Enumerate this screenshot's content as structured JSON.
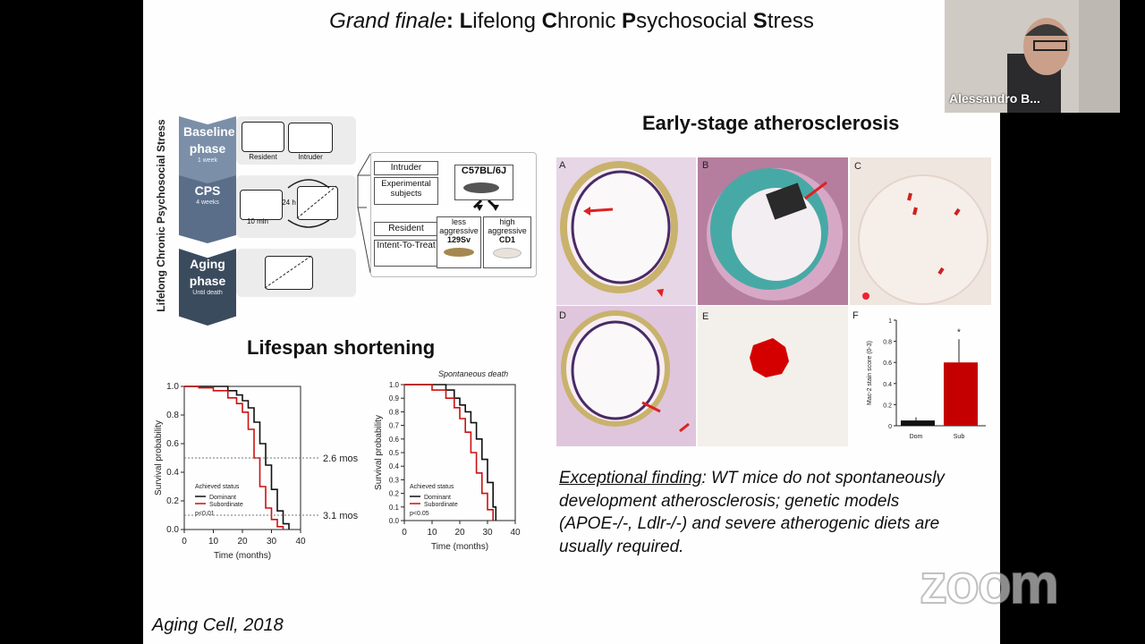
{
  "slide": {
    "title_italic": "Grand finale",
    "title_rest": ": Lifelong Chronic Psychosocial Stress",
    "title_bold_letters": [
      "L",
      "C",
      "P",
      "S"
    ],
    "lifelong_label": "Lifelong Chronic Psychosocial Stress",
    "phases": [
      {
        "name": "Baseline phase",
        "sub": "1 week",
        "color": "#7b8fa8"
      },
      {
        "name": "CPS",
        "sub": "4 weeks",
        "color": "#5a6e89"
      },
      {
        "name": "Aging phase",
        "sub": "Until death",
        "color": "#3b4b5e"
      }
    ],
    "cage_labels": {
      "resident": "Resident",
      "intruder": "Intruder",
      "h24": "24 h",
      "min10": "10 min"
    },
    "design": {
      "intruder": "Intruder",
      "experimental": "Experimental subjects",
      "resident": "Resident",
      "itt": "Intent-To-Treat",
      "strain": "C57BL/6J",
      "less_aggr": "less aggressive",
      "less_strain": "129Sv",
      "high_aggr": "high aggressive",
      "high_strain": "CD1"
    },
    "lifespan_heading": "Lifespan shortening",
    "atherosclerosis_heading": "Early-stage atherosclerosis",
    "panel_letters": [
      "A",
      "B",
      "C",
      "D",
      "E",
      "F"
    ],
    "finding_underlined": "Exceptional finding",
    "finding_text": ": WT mice do not spontaneously development atherosclerosis; genetic models (APOE-/-, Ldlr-/-) and severe atherogenic diets are usually required.",
    "citation": "Aging Cell, 2018",
    "colors": {
      "dominant": "#111111",
      "subordinate": "#cc1111",
      "accent_red": "#c40000"
    }
  },
  "survival_plot_1": {
    "ylabel": "Survival probability",
    "xlabel": "Time (months)",
    "legend_title": "Achieved status",
    "legend": [
      "Dominant",
      "Subordinate"
    ],
    "pvalue": "p<0.01",
    "annot_top": "2.6 mos",
    "annot_bottom": "3.1 mos",
    "xticks": [
      "0",
      "10",
      "20",
      "30",
      "40"
    ],
    "yticks": [
      "0.0",
      "0.2",
      "0.4",
      "0.6",
      "0.8",
      "1.0"
    ]
  },
  "survival_plot_2": {
    "title": "Spontaneous death",
    "ylabel": "Survival probability",
    "xlabel": "Time (months)",
    "legend_title": "Achieved status",
    "legend": [
      "Dominant",
      "Subordinate"
    ],
    "pvalue": "p<0.05",
    "xticks": [
      "0",
      "10",
      "20",
      "30",
      "40"
    ],
    "yticks": [
      "0.0",
      "0.1",
      "0.2",
      "0.3",
      "0.4",
      "0.5",
      "0.6",
      "0.7",
      "0.8",
      "0.9",
      "1.0"
    ]
  },
  "chart_data": [
    {
      "type": "line",
      "xlabel": "Time (months)",
      "ylabel": "Survival probability",
      "xlim": [
        0,
        40
      ],
      "ylim": [
        0,
        1
      ],
      "series": [
        {
          "name": "Dominant",
          "x": [
            0,
            10,
            15,
            18,
            20,
            22,
            24,
            26,
            28,
            30,
            32,
            34,
            36
          ],
          "y": [
            1,
            1,
            0.97,
            0.94,
            0.9,
            0.85,
            0.75,
            0.6,
            0.45,
            0.28,
            0.13,
            0.04,
            0
          ]
        },
        {
          "name": "Subordinate",
          "x": [
            0,
            5,
            10,
            15,
            18,
            20,
            22,
            24,
            26,
            28,
            30,
            32,
            34
          ],
          "y": [
            1,
            0.99,
            0.97,
            0.92,
            0.88,
            0.82,
            0.7,
            0.5,
            0.3,
            0.15,
            0.07,
            0.02,
            0
          ]
        }
      ]
    },
    {
      "type": "line",
      "title": "Spontaneous death",
      "xlabel": "Time (months)",
      "ylabel": "Survival probability",
      "xlim": [
        0,
        40
      ],
      "ylim": [
        0,
        1
      ],
      "series": [
        {
          "name": "Dominant",
          "x": [
            0,
            15,
            18,
            20,
            22,
            24,
            26,
            28,
            30,
            32,
            33
          ],
          "y": [
            1,
            0.96,
            0.9,
            0.85,
            0.8,
            0.72,
            0.6,
            0.45,
            0.28,
            0.1,
            0
          ]
        },
        {
          "name": "Subordinate",
          "x": [
            0,
            10,
            15,
            18,
            20,
            22,
            24,
            26,
            28,
            30,
            32
          ],
          "y": [
            1,
            0.96,
            0.9,
            0.83,
            0.75,
            0.65,
            0.5,
            0.35,
            0.2,
            0.08,
            0
          ]
        }
      ]
    },
    {
      "type": "bar",
      "ylabel": "Mac-2 stain score (0-3)",
      "categories": [
        "Dom",
        "Sub"
      ],
      "values": [
        0.05,
        0.6
      ],
      "ylim": [
        0,
        1
      ],
      "yticks": [
        "0",
        "0.2",
        "0.4",
        "0.6",
        "0.8",
        "1"
      ],
      "colors": [
        "#111111",
        "#c40000"
      ]
    }
  ],
  "video": {
    "participant_name": "Alessandro B..."
  },
  "zoom_watermark": "zoom"
}
